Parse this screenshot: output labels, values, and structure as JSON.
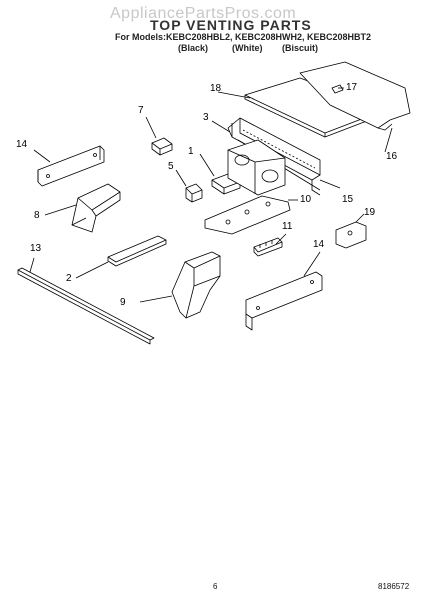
{
  "header": {
    "watermark": "AppliancePartsPros.com",
    "title": "TOP VENTING PARTS",
    "models_line": "For Models:KEBC208HBL2, KEBC208HWH2, KEBC208HBT2",
    "color_labels": [
      "(Black)",
      "(White)",
      "(Biscuit)"
    ]
  },
  "callouts": [
    "1",
    "2",
    "3",
    "5",
    "7",
    "8",
    "9",
    "10",
    "11",
    "13",
    "14",
    "14",
    "15",
    "16",
    "17",
    "18",
    "19"
  ],
  "footer": {
    "page_number": "6",
    "document_number": "8186572"
  }
}
